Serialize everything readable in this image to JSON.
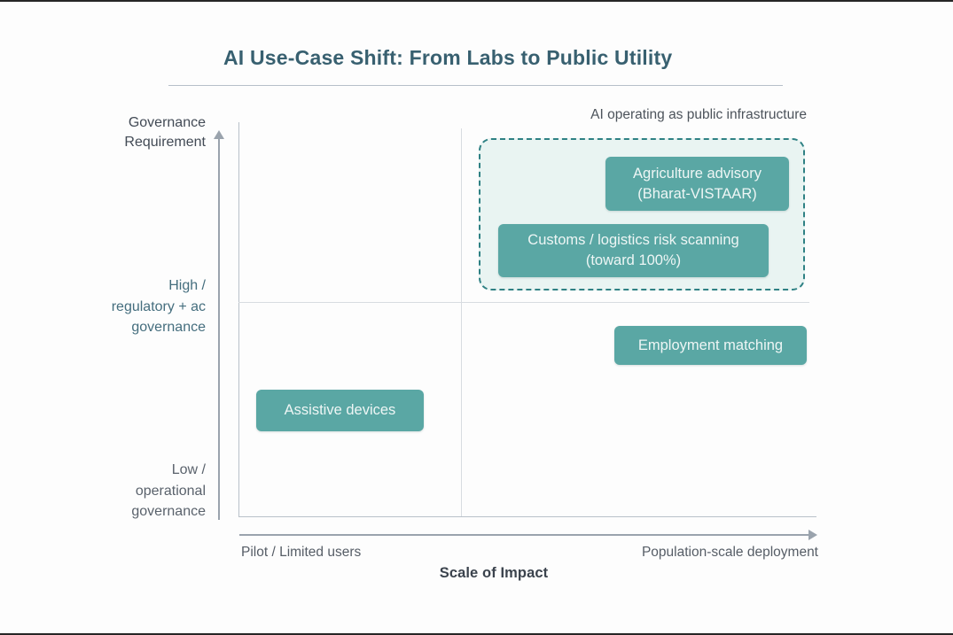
{
  "title": "AI Use-Case Shift: From Labs to Public Utility",
  "annotation": "AI operating as public infrastructure",
  "axes": {
    "x": {
      "title": "Scale of Impact",
      "left_label": "Pilot / Limited users",
      "right_label": "Population-scale deployment"
    },
    "y": {
      "title_lines": [
        "Governance",
        "Requirement"
      ],
      "high_lines": [
        "High /",
        "regulatory + ac",
        "governance"
      ],
      "low_lines": [
        "Low /",
        "operational",
        "governance"
      ]
    }
  },
  "boxes": [
    {
      "id": "agriculture",
      "lines": [
        "Agriculture advisory",
        "(Bharat-VISTAAR)"
      ]
    },
    {
      "id": "customs",
      "lines": [
        "Customs / logistics risk scanning",
        "(toward 100%)"
      ]
    },
    {
      "id": "employment",
      "lines": [
        "Employment matching"
      ]
    },
    {
      "id": "assistive",
      "lines": [
        "Assistive devices"
      ]
    }
  ],
  "colors": {
    "accent_teal": "#5aa7a4",
    "dashed_zone_border": "#2f8184",
    "dashed_zone_fill": "#e9f4f2",
    "title_text": "#386070",
    "axis_line": "#9aa3ad",
    "muted_text": "#565d66"
  },
  "chart_data": {
    "type": "scatter",
    "title": "AI Use-Case Shift: From Labs to Public Utility",
    "xlabel": "Scale of Impact",
    "ylabel": "Governance Requirement",
    "x_axis_endpoints": [
      "Pilot / Limited users",
      "Population-scale deployment"
    ],
    "y_axis_levels": [
      "Low / operational governance",
      "High / regulatory + ac governance"
    ],
    "annotation": "AI operating as public infrastructure",
    "grid": "quadrant (2x2 dividers)",
    "points": [
      {
        "label": "Agriculture advisory (Bharat-VISTAAR)",
        "scale_of_impact": "population-scale",
        "governance_requirement": "high",
        "in_public_infrastructure_zone": true
      },
      {
        "label": "Customs / logistics risk scanning (toward 100%)",
        "scale_of_impact": "population-scale",
        "governance_requirement": "high",
        "in_public_infrastructure_zone": true
      },
      {
        "label": "Employment matching",
        "scale_of_impact": "population-scale",
        "governance_requirement": "medium-high",
        "in_public_infrastructure_zone": false
      },
      {
        "label": "Assistive devices",
        "scale_of_impact": "pilot / limited users",
        "governance_requirement": "low-medium",
        "in_public_infrastructure_zone": false
      }
    ]
  }
}
